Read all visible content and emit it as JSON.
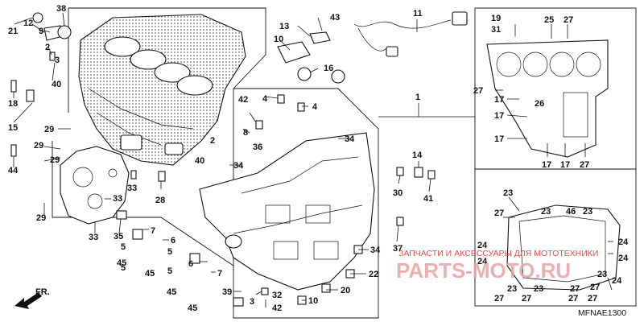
{
  "diagram": {
    "code": "MFNAE1300",
    "front_label": "FR.",
    "watermark": {
      "caption": "ЗАПЧАСТИ И АКСЕССУАРЫ ДЛЯ МОТОТЕХНИКИ",
      "brand": "PARTS-MOTO.RU"
    },
    "callouts": [
      {
        "id": "c21a",
        "t": "21"
      },
      {
        "id": "c38",
        "t": "38"
      },
      {
        "id": "c12",
        "t": "12"
      },
      {
        "id": "c9",
        "t": "9"
      },
      {
        "id": "c2a",
        "t": "2"
      },
      {
        "id": "c40a",
        "t": "40"
      },
      {
        "id": "c3",
        "t": "3"
      },
      {
        "id": "c18",
        "t": "18"
      },
      {
        "id": "c15",
        "t": "15"
      },
      {
        "id": "c29a",
        "t": "29"
      },
      {
        "id": "c29b",
        "t": "29"
      },
      {
        "id": "c29c",
        "t": "29"
      },
      {
        "id": "c44",
        "t": "44"
      },
      {
        "id": "c29d",
        "t": "29"
      },
      {
        "id": "c33a",
        "t": "33"
      },
      {
        "id": "c33b",
        "t": "33"
      },
      {
        "id": "c33c",
        "t": "33"
      },
      {
        "id": "c28",
        "t": "28"
      },
      {
        "id": "c35",
        "t": "35"
      },
      {
        "id": "c7a",
        "t": "7"
      },
      {
        "id": "c6a",
        "t": "6"
      },
      {
        "id": "c5a",
        "t": "5"
      },
      {
        "id": "c5b",
        "t": "5"
      },
      {
        "id": "c45a",
        "t": "45"
      },
      {
        "id": "c45b",
        "t": "45"
      },
      {
        "id": "c7b",
        "t": "7"
      },
      {
        "id": "c6b",
        "t": "6"
      },
      {
        "id": "c5c",
        "t": "5"
      },
      {
        "id": "c5d",
        "t": "5"
      },
      {
        "id": "c45c",
        "t": "45"
      },
      {
        "id": "c45d",
        "t": "45"
      },
      {
        "id": "c13",
        "t": "13"
      },
      {
        "id": "c43",
        "t": "43"
      },
      {
        "id": "c10",
        "t": "10"
      },
      {
        "id": "c16",
        "t": "16"
      },
      {
        "id": "c11",
        "t": "11"
      },
      {
        "id": "c4a",
        "t": "4"
      },
      {
        "id": "c4b",
        "t": "4"
      },
      {
        "id": "c42a",
        "t": "42"
      },
      {
        "id": "c8",
        "t": "8"
      },
      {
        "id": "c36",
        "t": "36"
      },
      {
        "id": "c2b",
        "t": "2"
      },
      {
        "id": "c40b",
        "t": "40"
      },
      {
        "id": "c34a",
        "t": "34"
      },
      {
        "id": "c34b",
        "t": "34"
      },
      {
        "id": "c14",
        "t": "14"
      },
      {
        "id": "c30",
        "t": "30"
      },
      {
        "id": "c41",
        "t": "41"
      },
      {
        "id": "c1",
        "t": "1"
      },
      {
        "id": "c37",
        "t": "37"
      },
      {
        "id": "c34c",
        "t": "34"
      },
      {
        "id": "c22",
        "t": "22"
      },
      {
        "id": "c20",
        "t": "20"
      },
      {
        "id": "c39",
        "t": "39"
      },
      {
        "id": "c32",
        "t": "32"
      },
      {
        "id": "c3b",
        "t": "3"
      },
      {
        "id": "c42b",
        "t": "42"
      },
      {
        "id": "c10b",
        "t": "10"
      },
      {
        "id": "c19",
        "t": "19"
      },
      {
        "id": "c31",
        "t": "31"
      },
      {
        "id": "c25",
        "t": "25"
      },
      {
        "id": "c27a",
        "t": "27"
      },
      {
        "id": "c27b",
        "t": "27"
      },
      {
        "id": "c17a",
        "t": "17"
      },
      {
        "id": "c26",
        "t": "26"
      },
      {
        "id": "c17b",
        "t": "17"
      },
      {
        "id": "c17c",
        "t": "17"
      },
      {
        "id": "c17d",
        "t": "17"
      },
      {
        "id": "c17e",
        "t": "17"
      },
      {
        "id": "c27c",
        "t": "27"
      },
      {
        "id": "c23a",
        "t": "23"
      },
      {
        "id": "c27d",
        "t": "27"
      },
      {
        "id": "c23b",
        "t": "23"
      },
      {
        "id": "c46",
        "t": "46"
      },
      {
        "id": "c23c",
        "t": "23"
      },
      {
        "id": "c24a",
        "t": "24"
      },
      {
        "id": "c24b",
        "t": "24"
      },
      {
        "id": "c24c",
        "t": "24"
      },
      {
        "id": "c24d",
        "t": "24"
      },
      {
        "id": "c23d",
        "t": "23"
      },
      {
        "id": "c27e",
        "t": "27"
      },
      {
        "id": "c23e",
        "t": "23"
      },
      {
        "id": "c27f",
        "t": "27"
      },
      {
        "id": "c27g",
        "t": "27"
      },
      {
        "id": "c27h",
        "t": "27"
      },
      {
        "id": "c23f",
        "t": "23"
      },
      {
        "id": "c27i",
        "t": "27"
      },
      {
        "id": "c24e",
        "t": "24"
      },
      {
        "id": "c27j",
        "t": "27"
      }
    ]
  }
}
